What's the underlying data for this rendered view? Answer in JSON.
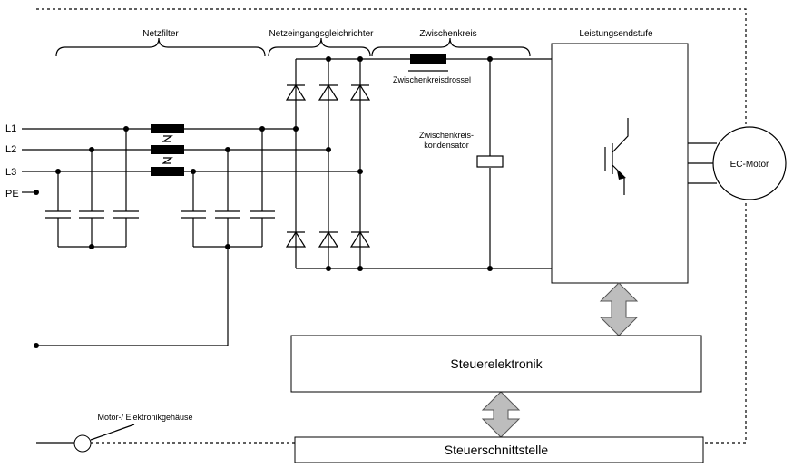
{
  "labels": {
    "netzfilter": "Netzfilter",
    "gleichrichter": "Netzeingangsgleichrichter",
    "zwischenkreis": "Zwischenkreis",
    "leistungsendstufe": "Leistungsendstufe",
    "drossel": "Zwischenkreisdrossel",
    "kondensator_1": "Zwischenkreis-",
    "kondensator_2": "kondensator",
    "motor": "EC-Motor",
    "steuerelektronik": "Steuerelektronik",
    "steuerschnittstelle": "Steuerschnittstelle",
    "gehaeuse": "Motor-/ Elektronikgehäuse"
  },
  "lines": [
    "L1",
    "L2",
    "L3",
    "PE"
  ]
}
